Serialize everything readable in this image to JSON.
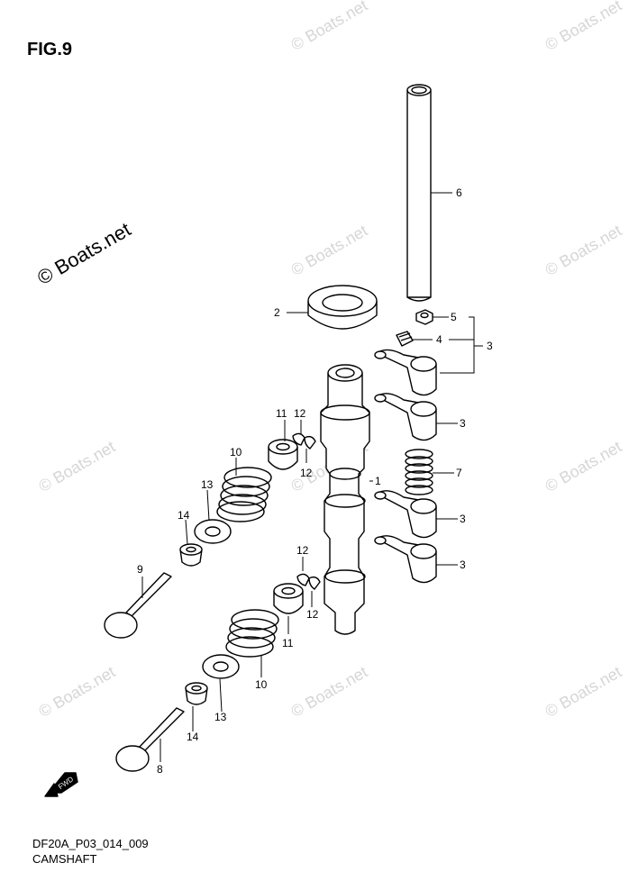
{
  "figure": {
    "title": "FIG.9"
  },
  "footer": {
    "code": "DF20A_P03_014_009",
    "name": "CAMSHAFT"
  },
  "watermark": {
    "main": "© Boats.net",
    "faint": "© Boats.net"
  },
  "fwd_label": "FWD",
  "callouts": [
    {
      "key": "c1",
      "num": "1"
    },
    {
      "key": "c2",
      "num": "2"
    },
    {
      "key": "c3a",
      "num": "3"
    },
    {
      "key": "c3b",
      "num": "3"
    },
    {
      "key": "c3c",
      "num": "3"
    },
    {
      "key": "c3d",
      "num": "3"
    },
    {
      "key": "c4",
      "num": "4"
    },
    {
      "key": "c5",
      "num": "5"
    },
    {
      "key": "c6",
      "num": "6"
    },
    {
      "key": "c7",
      "num": "7"
    },
    {
      "key": "c8",
      "num": "8"
    },
    {
      "key": "c9",
      "num": "9"
    },
    {
      "key": "c10a",
      "num": "10"
    },
    {
      "key": "c10b",
      "num": "10"
    },
    {
      "key": "c11a",
      "num": "11"
    },
    {
      "key": "c11b",
      "num": "11"
    },
    {
      "key": "c12a",
      "num": "12"
    },
    {
      "key": "c12b",
      "num": "12"
    },
    {
      "key": "c12c",
      "num": "12"
    },
    {
      "key": "c12d",
      "num": "12"
    },
    {
      "key": "c13a",
      "num": "13"
    },
    {
      "key": "c13b",
      "num": "13"
    },
    {
      "key": "c14a",
      "num": "14"
    },
    {
      "key": "c14b",
      "num": "14"
    }
  ]
}
